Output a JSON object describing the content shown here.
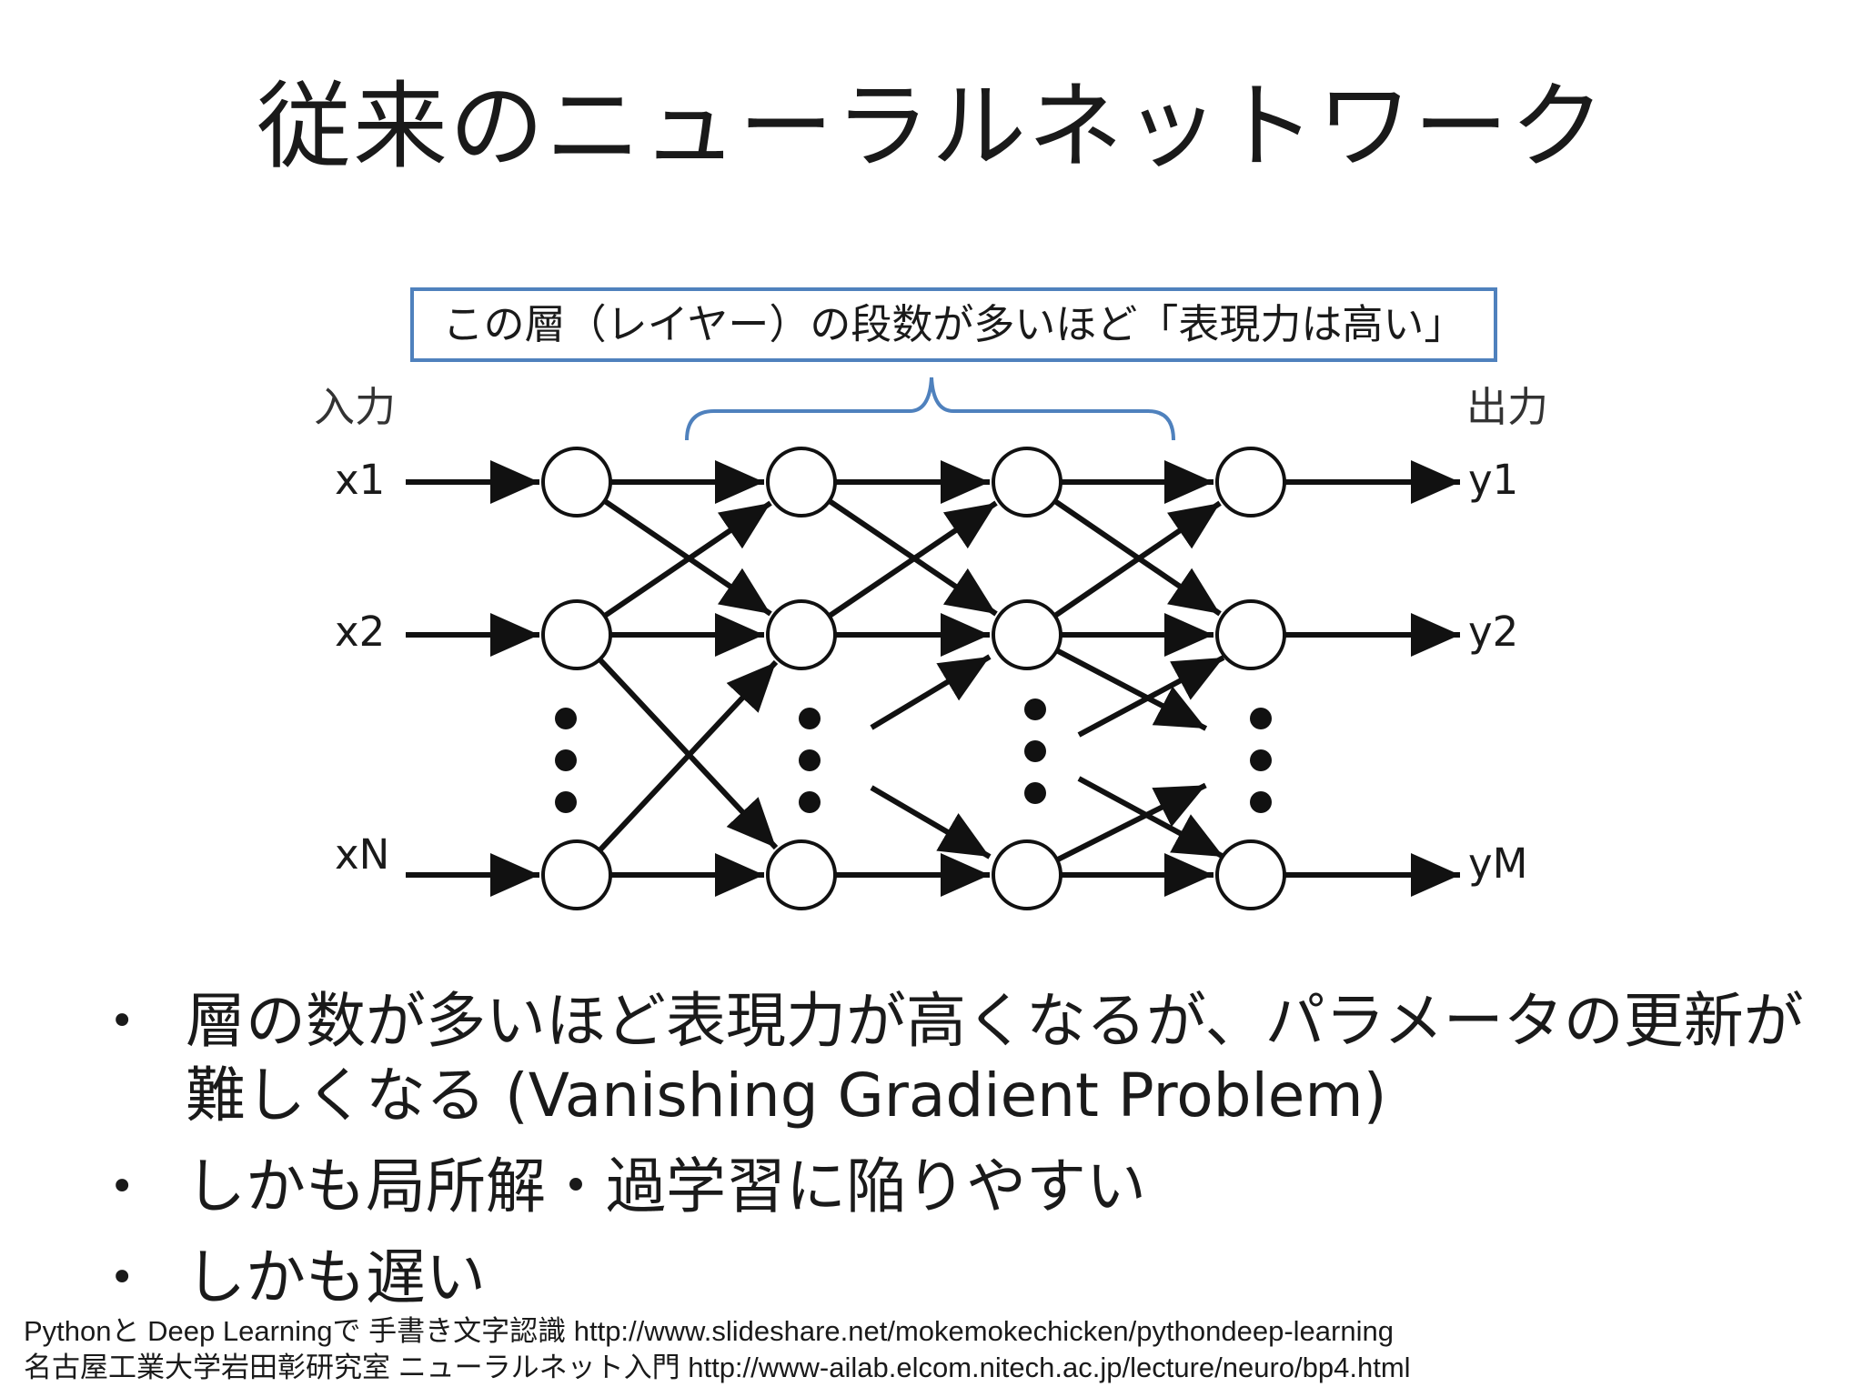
{
  "title": "従来のニューラルネットワーク",
  "callout": "この層（レイヤー）の段数が多いほど「表現力は高い」",
  "diagram": {
    "input_header": "入力",
    "output_header": "出力",
    "inputs": [
      "x1",
      "x2",
      "xN"
    ],
    "outputs": [
      "y1",
      "y2",
      "yM"
    ]
  },
  "bullets": [
    "層の数が多いほど表現力が高くなるが、パラメータの更新が難しくなる (Vanishing Gradient Problem)",
    "しかも局所解・過学習に陥りやすい",
    "しかも遅い"
  ],
  "bullet_symbol": "•",
  "references": [
    "Pythonと Deep Learningで 手書き文字認識 http://www.slideshare.net/mokemokechicken/pythondeep-learning",
    "名古屋工業大学岩田彰研究室 ニューラルネット入門 http://www-ailab.elcom.nitech.ac.jp/lecture/neuro/bp4.html"
  ],
  "colors": {
    "accent": "#4f81bd",
    "ink": "#1a1a1a"
  }
}
